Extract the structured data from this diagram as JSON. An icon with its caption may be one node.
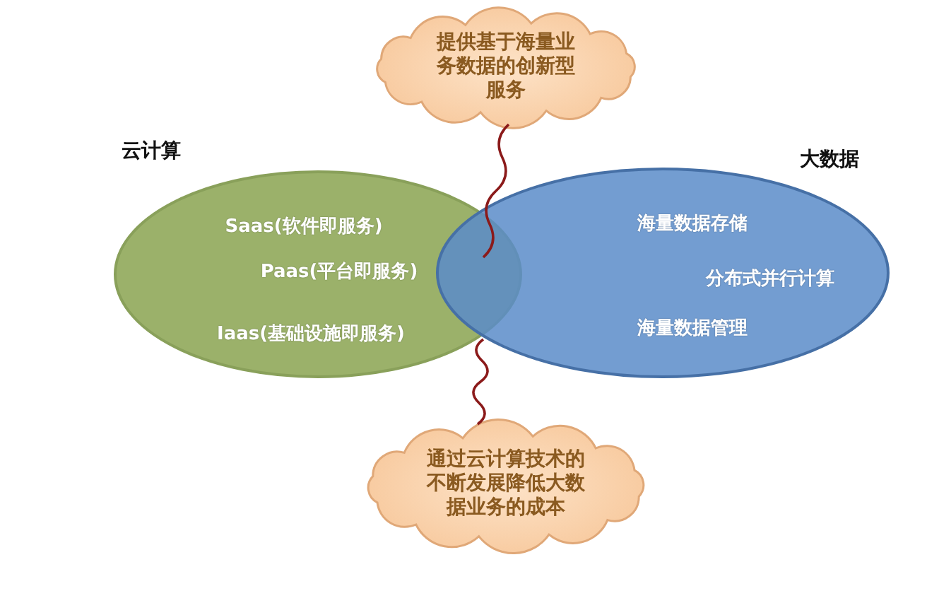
{
  "diagram": {
    "nodes": [
      {
        "text": [
          "提供基于海量业务数据的创新型服务"
        ]
      },
      {
        "text": [
          "云计算",
          "Saas(软件即服务)",
          "Paas(平台即服务)",
          "Iaas(基础设施即服务)"
        ]
      },
      {
        "text": [
          "大数据",
          "海量数据存储",
          "分布式并行计算",
          "海量数据管理"
        ]
      },
      {
        "text": [
          "通过云计算技术的不断发展降低大数据业务的成本"
        ]
      }
    ],
    "edges": [
      {
        "from": 0,
        "to": 1,
        "arrow": "none",
        "color": "#8b1a1a"
      },
      {
        "from": 3,
        "to": 1,
        "arrow": "none",
        "color": "#8b1a1a"
      }
    ]
  }
}
